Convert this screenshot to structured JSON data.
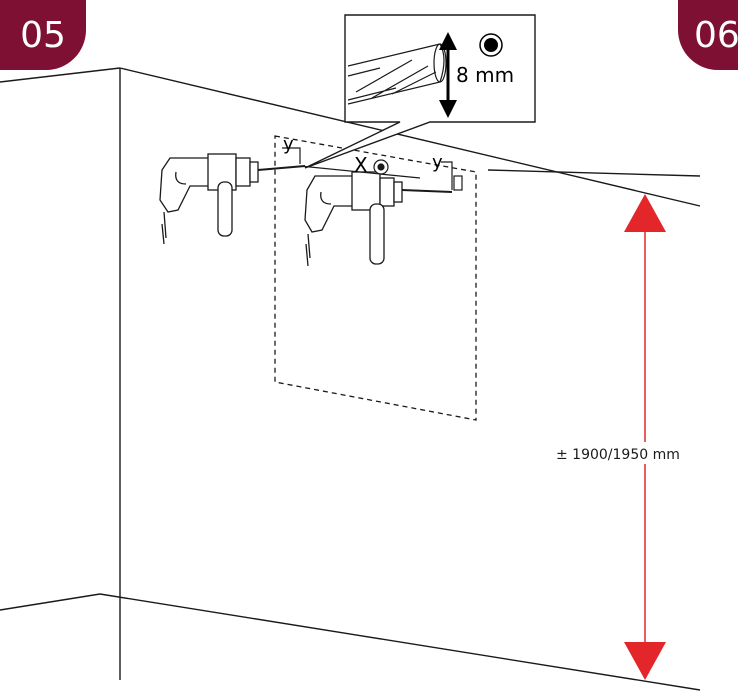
{
  "step_number": "05",
  "next_step_number": "06",
  "drill_detail": {
    "hole_diameter": "8 mm"
  },
  "labels": {
    "y_left": "y",
    "x_mid": "X",
    "y_right": "y"
  },
  "height_dimension": "± 1900/1950 mm",
  "colors": {
    "badge": "#7d1033",
    "arrow": "#e3262a",
    "line": "#1a1a1a"
  }
}
